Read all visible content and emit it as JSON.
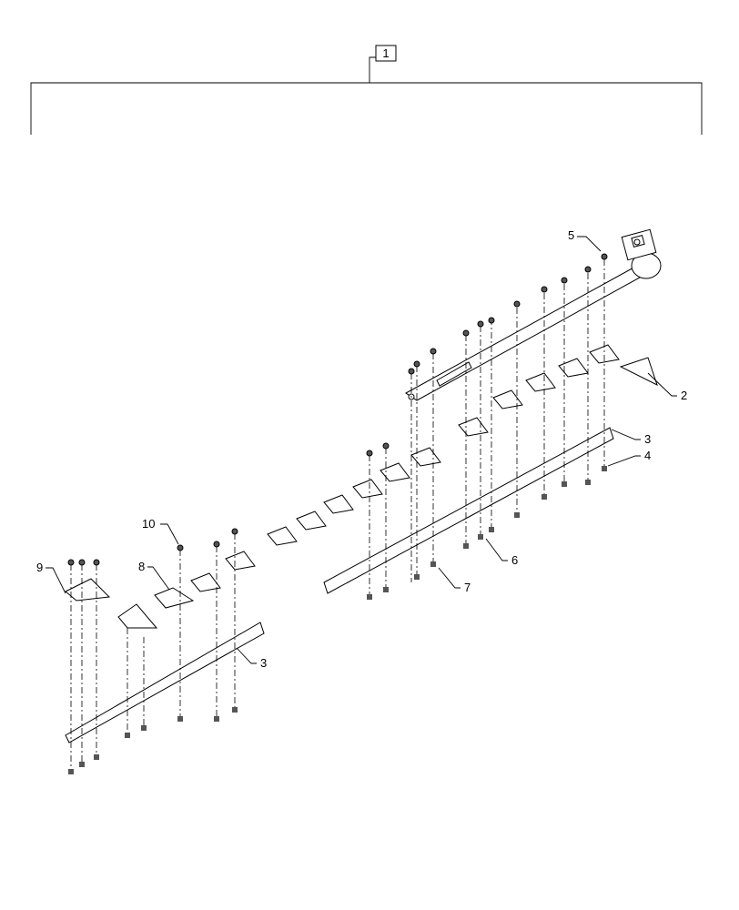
{
  "assembly_label": "1",
  "callouts": {
    "c2": "2",
    "c3a": "3",
    "c3b": "3",
    "c4": "4",
    "c5": "5",
    "c6": "6",
    "c7": "7",
    "c8": "8",
    "c9": "9",
    "c10": "10"
  }
}
